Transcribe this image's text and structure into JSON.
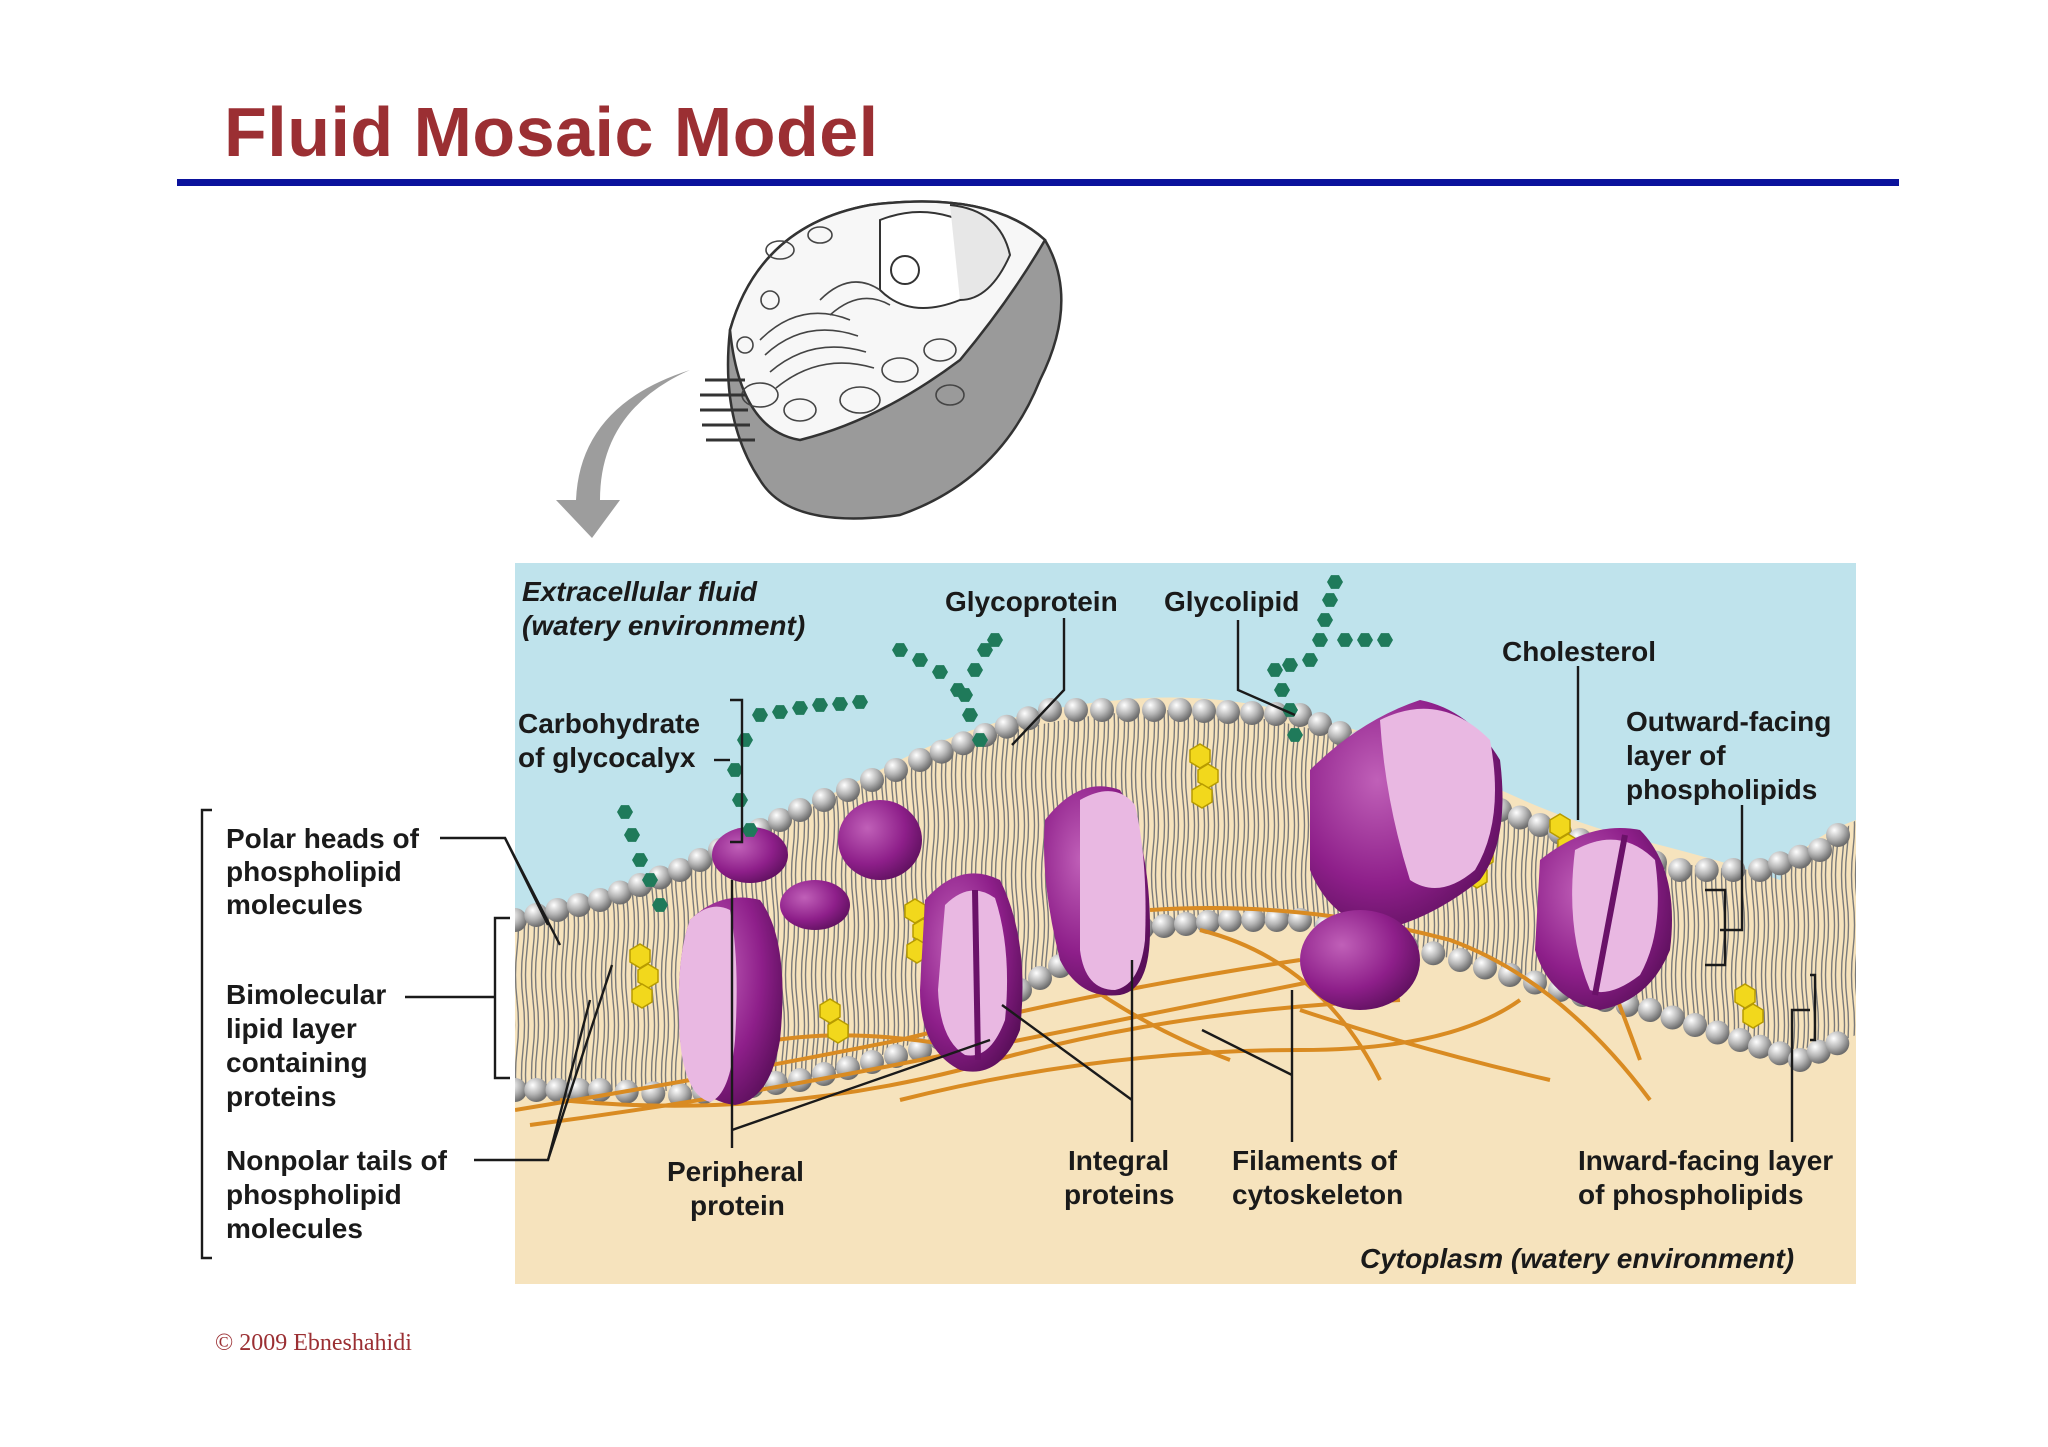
{
  "title": "Fluid Mosaic Model",
  "copyright": "© 2009 Ebneshahidi",
  "colors": {
    "title": "#9b2f33",
    "rule": "#0b129c",
    "extracellular": "#bfe3ec",
    "cytoplasm": "#f6e3bd",
    "protein": "#8e1f8a",
    "protein_light": "#e9b8e2",
    "carbohydrate": "#1f7a5a",
    "cholesterol": "#f2d81c",
    "cytoskeleton": "#d98b22",
    "head": "#a9a9a9"
  },
  "labels": {
    "extracellular_1": "Extracellular fluid",
    "extracellular_2": "(watery environment)",
    "glycoprotein": "Glycoprotein",
    "glycolipid": "Glycolipid",
    "cholesterol": "Cholesterol",
    "carbohydrate_1": "Carbohydrate",
    "carbohydrate_2": "of glycocalyx",
    "outward_1": "Outward-facing",
    "outward_2": "layer of",
    "outward_3": "phospholipids",
    "polar_1": "Polar heads of",
    "polar_2": "phospholipid",
    "polar_3": "molecules",
    "bimolecular_1": "Bimolecular",
    "bimolecular_2": "lipid layer",
    "bimolecular_3": "containing",
    "bimolecular_4": "proteins",
    "nonpolar_1": "Nonpolar tails of",
    "nonpolar_2": "phospholipid",
    "nonpolar_3": "molecules",
    "peripheral_1": "Peripheral",
    "peripheral_2": "protein",
    "integral_1": "Integral",
    "integral_2": "proteins",
    "filaments_1": "Filaments of",
    "filaments_2": "cytoskeleton",
    "inward_1": "Inward-facing layer",
    "inward_2": "of phospholipids",
    "cytoplasm": "Cytoplasm (watery environment)"
  }
}
